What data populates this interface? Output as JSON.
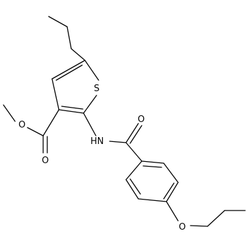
{
  "molecule": {
    "atom_labels": {
      "sulfur": "S",
      "carbonyl_oxygen_ester": "O",
      "ester_oxygen": "O",
      "amide_nitrogen": "HN",
      "carbonyl_oxygen_amide": "O",
      "ether_oxygen": "O"
    },
    "colors": {
      "bond": "#000000",
      "label": "#000000",
      "background": "#ffffff"
    }
  }
}
